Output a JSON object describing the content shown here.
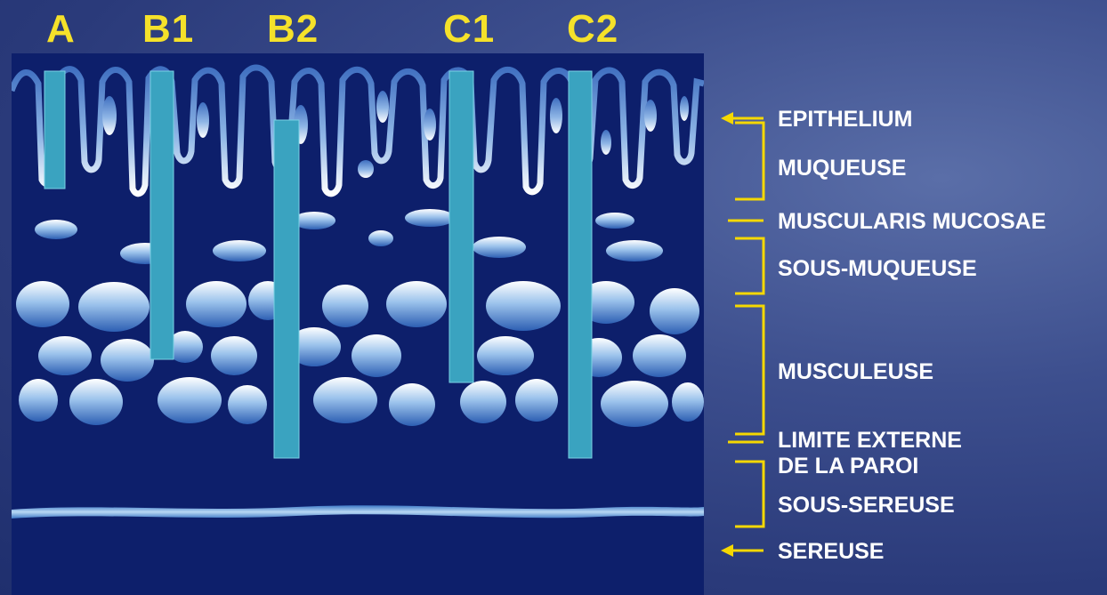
{
  "columns": {
    "a": "A",
    "b1": "B1",
    "b2": "B2",
    "c1": "C1",
    "c2": "C2"
  },
  "layers": {
    "epithelium": "EPITHELIUM",
    "muqueuse": "MUQUEUSE",
    "muscularis_mucosae": "MUSCULARIS MUCOSAE",
    "sous_muqueuse": "SOUS-MUQUEUSE",
    "musculeuse": "MUSCULEUSE",
    "limite_externe_1": "LIMITE EXTERNE",
    "limite_externe_2": "DE LA PAROI",
    "sous_sereuse": "SOUS-SEREUSE",
    "sereuse": "SEREUSE"
  },
  "colors": {
    "label_yellow": "#f5e12a",
    "bracket_yellow": "#f5d800",
    "tissue_dark": "#0d1f6b",
    "probe_teal": "#3aa3c0"
  }
}
